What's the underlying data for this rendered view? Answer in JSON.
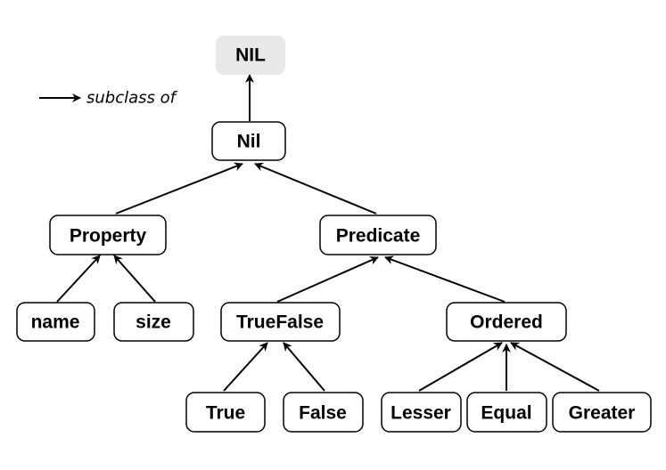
{
  "legend": {
    "label": "subclass of"
  },
  "nodes": {
    "nil_root": "NIL",
    "nil": "Nil",
    "property": "Property",
    "predicate": "Predicate",
    "name": "name",
    "size": "size",
    "truefalse": "TrueFalse",
    "ordered": "Ordered",
    "true": "True",
    "false": "False",
    "lesser": "Lesser",
    "equal": "Equal",
    "greater": "Greater"
  },
  "edges": [
    {
      "from": "nil",
      "to": "nil_root"
    },
    {
      "from": "property",
      "to": "nil"
    },
    {
      "from": "predicate",
      "to": "nil"
    },
    {
      "from": "name",
      "to": "property"
    },
    {
      "from": "size",
      "to": "property"
    },
    {
      "from": "truefalse",
      "to": "predicate"
    },
    {
      "from": "ordered",
      "to": "predicate"
    },
    {
      "from": "true",
      "to": "truefalse"
    },
    {
      "from": "false",
      "to": "truefalse"
    },
    {
      "from": "lesser",
      "to": "ordered"
    },
    {
      "from": "equal",
      "to": "ordered"
    },
    {
      "from": "greater",
      "to": "ordered"
    }
  ]
}
